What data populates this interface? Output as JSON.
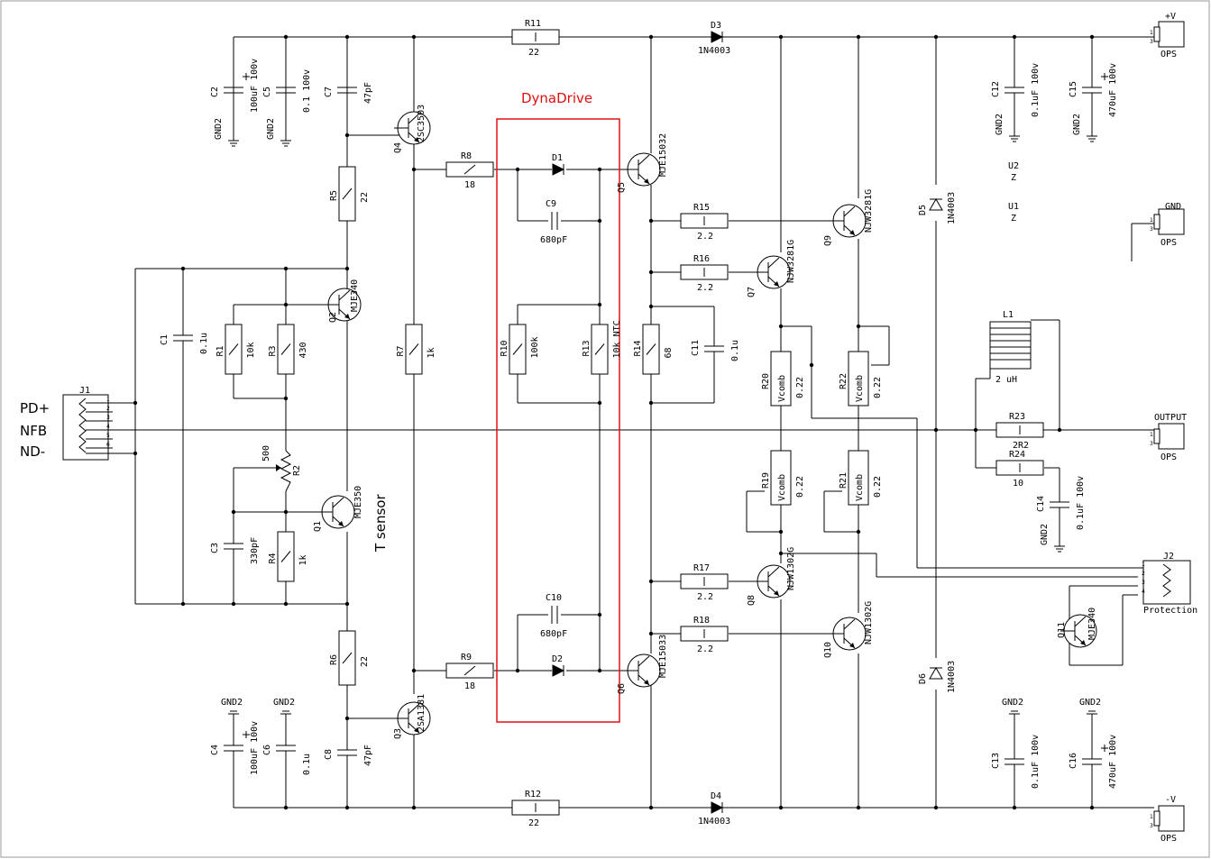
{
  "diagram": {
    "title": "DynaDrive",
    "left_labels": [
      "PD+",
      "NFB",
      "ND-"
    ],
    "t_sensor": "T sensor",
    "connectors": {
      "j1": "J1",
      "j2": "J2",
      "j2_name": "Protection",
      "pv": "+V",
      "gnd": "GND",
      "output": "OUTPUT",
      "mv": "-V",
      "ops": "OPS"
    },
    "inductor": {
      "ref": "L1",
      "value": "2 uH"
    },
    "misc": {
      "u1": "U1",
      "u2": "U2",
      "z": "Z"
    },
    "components": [
      {
        "id": "C2",
        "ref": "C2",
        "value": "100uF 100v",
        "gnd": "GND2"
      },
      {
        "id": "C5",
        "ref": "C5",
        "value": "0.1 100v",
        "gnd": "GND2"
      },
      {
        "id": "C7",
        "ref": "C7",
        "value": "47pF"
      },
      {
        "id": "Q4",
        "ref": "Q4",
        "value": "2SC3503"
      },
      {
        "id": "R5",
        "ref": "R5",
        "value": "22"
      },
      {
        "id": "R11",
        "ref": "R11",
        "value": "22"
      },
      {
        "id": "D3",
        "ref": "D3",
        "value": "1N4003"
      },
      {
        "id": "R8",
        "ref": "R8",
        "value": "18"
      },
      {
        "id": "D1",
        "ref": "D1",
        "value": ""
      },
      {
        "id": "C9",
        "ref": "C9",
        "value": "680pF"
      },
      {
        "id": "Q5",
        "ref": "Q5",
        "value": "MJE15032"
      },
      {
        "id": "R15",
        "ref": "R15",
        "value": "2.2"
      },
      {
        "id": "Q9",
        "ref": "Q9",
        "value": "NJW3281G"
      },
      {
        "id": "R16",
        "ref": "R16",
        "value": "2.2"
      },
      {
        "id": "Q7",
        "ref": "Q7",
        "value": "NJW3281G"
      },
      {
        "id": "D5",
        "ref": "D5",
        "value": "1N4003"
      },
      {
        "id": "C12",
        "ref": "C12",
        "value": "0.1uF 100v",
        "gnd": "GND2"
      },
      {
        "id": "C15",
        "ref": "C15",
        "value": "470uF 100v",
        "gnd": "GND2"
      },
      {
        "id": "C1",
        "ref": "C1",
        "value": "0.1u"
      },
      {
        "id": "R1",
        "ref": "R1",
        "value": "10k"
      },
      {
        "id": "R3",
        "ref": "R3",
        "value": "430"
      },
      {
        "id": "Q2",
        "ref": "Q2",
        "value": "MJE340"
      },
      {
        "id": "R7",
        "ref": "R7",
        "value": "1k"
      },
      {
        "id": "R10",
        "ref": "R10",
        "value": "100k"
      },
      {
        "id": "R13",
        "ref": "R13",
        "value": "10k NTC"
      },
      {
        "id": "R14",
        "ref": "R14",
        "value": "68"
      },
      {
        "id": "C11",
        "ref": "C11",
        "value": "0.1u"
      },
      {
        "id": "R20",
        "ref": "R20",
        "value": "0.22",
        "extra": "Vcomb"
      },
      {
        "id": "R22",
        "ref": "R22",
        "value": "0.22",
        "extra": "Vcomb"
      },
      {
        "id": "R23",
        "ref": "R23",
        "value": "2R2"
      },
      {
        "id": "R24",
        "ref": "R24",
        "value": "10"
      },
      {
        "id": "C14",
        "ref": "C14",
        "value": "0.1uF 100v",
        "gnd": "GND2"
      },
      {
        "id": "R2",
        "ref": "R2",
        "value": "500"
      },
      {
        "id": "Q1",
        "ref": "Q1",
        "value": "MJE350"
      },
      {
        "id": "C3",
        "ref": "C3",
        "value": "330pF"
      },
      {
        "id": "R4",
        "ref": "R4",
        "value": "1k"
      },
      {
        "id": "R19",
        "ref": "R19",
        "value": "0.22",
        "extra": "Vcomb"
      },
      {
        "id": "R21",
        "ref": "R21",
        "value": "0.22",
        "extra": "Vcomb"
      },
      {
        "id": "R17",
        "ref": "R17",
        "value": "2.2"
      },
      {
        "id": "Q8",
        "ref": "Q8",
        "value": "NJW1302G"
      },
      {
        "id": "Q11",
        "ref": "Q11",
        "value": "MJE340"
      },
      {
        "id": "C10",
        "ref": "C10",
        "value": "680pF"
      },
      {
        "id": "R18",
        "ref": "R18",
        "value": "2.2"
      },
      {
        "id": "Q10",
        "ref": "Q10",
        "value": "NJW1302G"
      },
      {
        "id": "R6",
        "ref": "R6",
        "value": "22"
      },
      {
        "id": "R9",
        "ref": "R9",
        "value": "18"
      },
      {
        "id": "D2",
        "ref": "D2",
        "value": ""
      },
      {
        "id": "Q6",
        "ref": "Q6",
        "value": "MJE15033"
      },
      {
        "id": "D6",
        "ref": "D6",
        "value": "1N4003"
      },
      {
        "id": "Q3",
        "ref": "Q3",
        "value": "2SA1381"
      },
      {
        "id": "C4",
        "ref": "C4",
        "value": "100uF 100v",
        "gnd": "GND2"
      },
      {
        "id": "C6",
        "ref": "C6",
        "value": "0.1u",
        "gnd": "GND2"
      },
      {
        "id": "C8",
        "ref": "C8",
        "value": "47pF"
      },
      {
        "id": "C13",
        "ref": "C13",
        "value": "0.1uF 100v",
        "gnd": "GND2"
      },
      {
        "id": "C16",
        "ref": "C16",
        "value": "470uF 100v",
        "gnd": "GND2"
      },
      {
        "id": "R12",
        "ref": "R12",
        "value": "22"
      },
      {
        "id": "D4",
        "ref": "D4",
        "value": "1N4003"
      }
    ]
  }
}
